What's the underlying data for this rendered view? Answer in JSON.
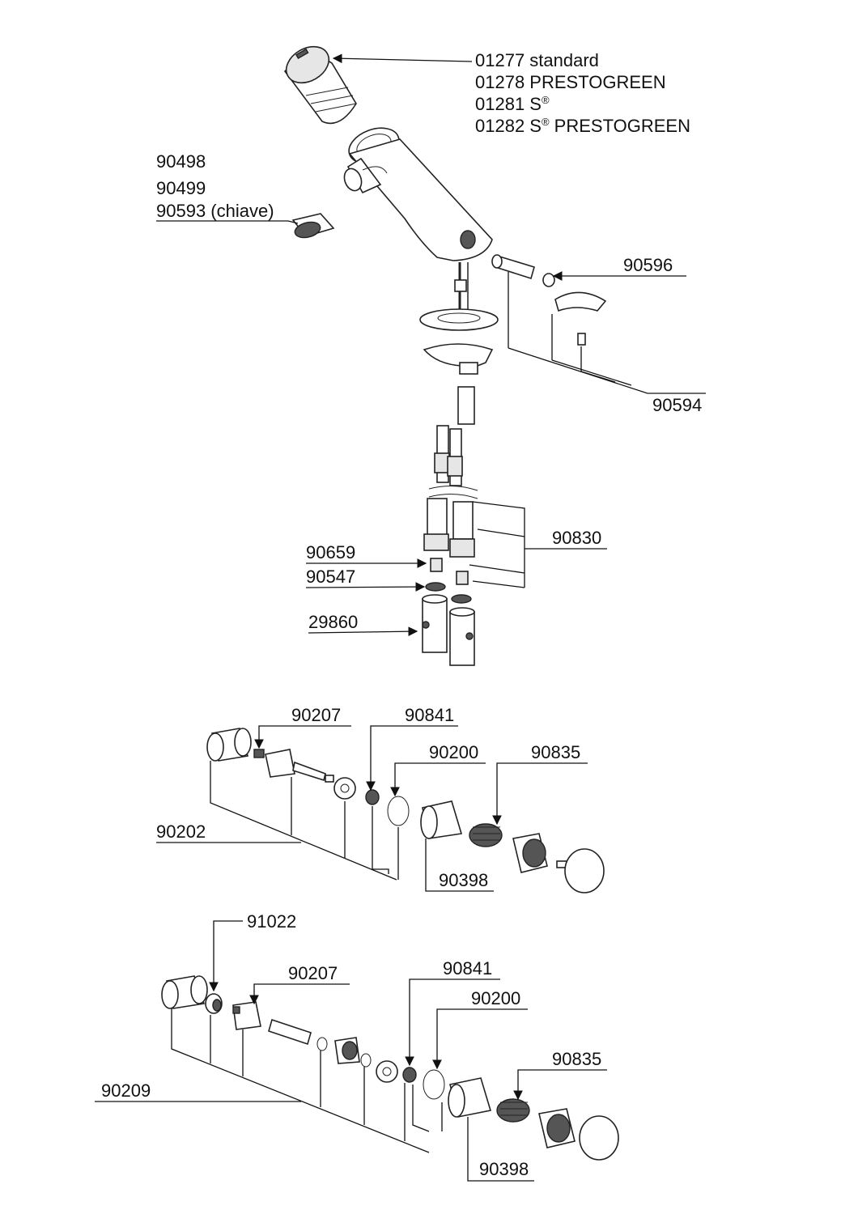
{
  "labels": {
    "cartridge": {
      "line1": "01277 standard",
      "line2": "01278 PRESTOGREEN",
      "line3": "01281 S",
      "line4": "01282 S",
      "line4_suffix": " PRESTOGREEN",
      "registered_mark": "®"
    },
    "aerator": {
      "line1": "90498",
      "line2": "90499",
      "line3": "90593 (chiave)"
    },
    "p90596": "90596",
    "p90594": "90594",
    "p90830": "90830",
    "p90659": "90659",
    "p90547": "90547",
    "p29860": "29860",
    "group1": {
      "p90207": "90207",
      "p90841": "90841",
      "p90200": "90200",
      "p90835": "90835",
      "p90202": "90202",
      "p90398": "90398"
    },
    "group2": {
      "p91022": "91022",
      "p90207": "90207",
      "p90841": "90841",
      "p90200": "90200",
      "p90835": "90835",
      "p90209": "90209",
      "p90398": "90398"
    }
  },
  "colors": {
    "line": "#111111",
    "part_fill": "#ffffff",
    "part_shade": "#e6e6e6",
    "part_dark": "#555555"
  }
}
